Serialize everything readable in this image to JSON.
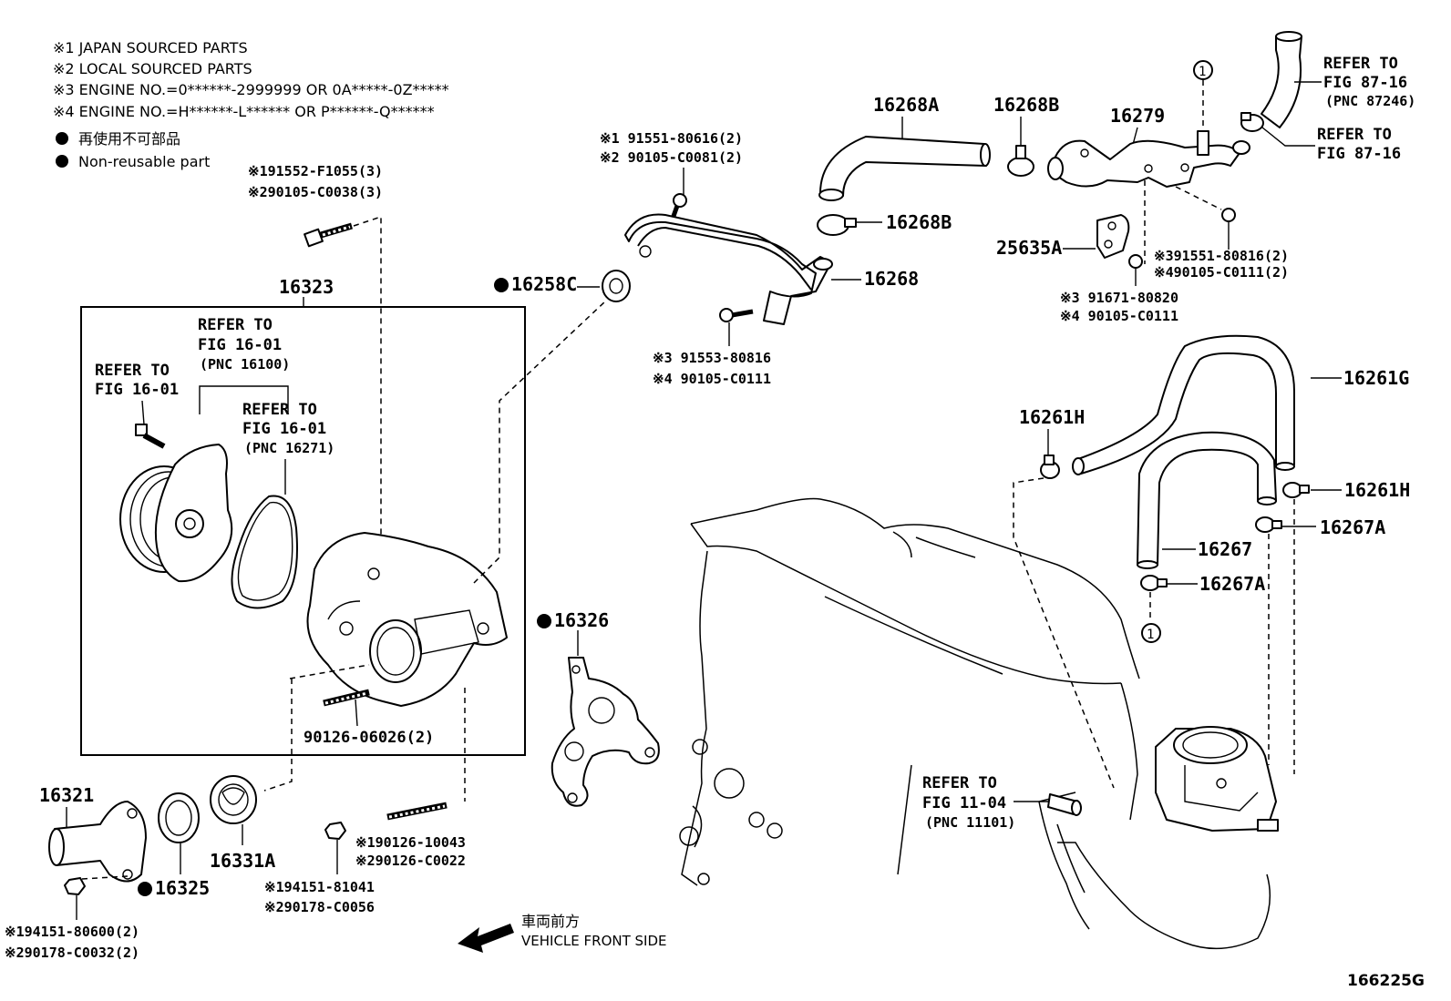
{
  "legend": {
    "items": [
      "※1 JAPAN SOURCED PARTS",
      "※2 LOCAL SOURCED PARTS",
      "※3 ENGINE NO.=0******-2999999 OR 0A*****-0Z*****",
      "※4 ENGINE NO.=H******-L****** OR P******-Q******",
      "再使用不可部品",
      "Non-reusable part"
    ]
  },
  "labels": {
    "p91552": "※191552-F1055(3)",
    "p90105_0038": "※290105-C0038(3)",
    "p16323": "16323",
    "refer_fig_16_01_pnc16100_a": "REFER TO",
    "refer_fig_16_01_pnc16100_b": "FIG 16-01",
    "refer_fig_16_01_pnc16100_c": "(PNC 16100)",
    "refer_fig_16_01_a": "REFER TO",
    "refer_fig_16_01_b": "FIG 16-01",
    "refer_fig_16_01_pnc16271_a": "REFER TO",
    "refer_fig_16_01_pnc16271_b": "FIG 16-01",
    "refer_fig_16_01_pnc16271_c": "(PNC 16271)",
    "p90126_06026": "90126-06026(2)",
    "p16321": "16321",
    "p16325": "16325",
    "p16331A": "16331A",
    "p94151_80600": "※194151-80600(2)",
    "p90178_0032": "※290178-C0032(2)",
    "p90126_10043": "※190126-10043",
    "p90126_0022": "※290126-C0022",
    "p94151_81041": "※194151-81041",
    "p90178_0056": "※290178-C0056",
    "vehicle_front_jp": "車両前方",
    "vehicle_front_en": "VEHICLE FRONT SIDE",
    "p91551_80616": "※1 91551-80616(2)",
    "p90105_0081": "※2 90105-C0081(2)",
    "p16258C": "16258C",
    "p16268": "16268",
    "p91553_80816": "※3 91553-80816",
    "p90105_0111_a": "※4 90105-C0111",
    "p16326": "16326",
    "p16268A": "16268A",
    "p16268B_top": "16268B",
    "p16268B_right": "16268B",
    "p16279": "16279",
    "circle_1_top": "1",
    "circle_1_bottom": "1",
    "refer_fig_87_16_pnc_a": "REFER TO",
    "refer_fig_87_16_pnc_b": "FIG 87-16",
    "refer_fig_87_16_pnc_c": "(PNC 87246)",
    "refer_fig_87_16_a": "REFER TO",
    "refer_fig_87_16_b": "FIG 87-16",
    "p25635A": "25635A",
    "p91551_80816": "※391551-80816(2)",
    "p90105_0111_b": "※490105-C0111(2)",
    "p91671_80820": "※3 91671-80820",
    "p90105_0111_c": "※4 90105-C0111",
    "p16261G": "16261G",
    "p16261H_left": "16261H",
    "p16261H_right": "16261H",
    "p16267A_right": "16267A",
    "p16267": "16267",
    "p16267A_lower": "16267A",
    "refer_fig_11_04_a": "REFER TO",
    "refer_fig_11_04_b": "FIG 11-04",
    "refer_fig_11_04_c": "(PNC 11101)",
    "figure_id": "166225G"
  }
}
